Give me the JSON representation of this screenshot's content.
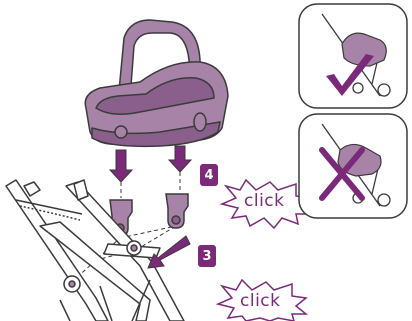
{
  "steps": {
    "attach_label": "4",
    "lock_label": "3"
  },
  "labels": {
    "click_top": "click",
    "click_bottom": "click"
  },
  "panels": [
    {
      "status": "correct",
      "icon": "check-icon"
    },
    {
      "status": "incorrect",
      "icon": "cross-icon"
    }
  ],
  "colors": {
    "purple": "#7b2a7a",
    "seat_fill": "#a783a8",
    "seat_dark": "#8a5f8b",
    "outline": "#3b3b3b"
  }
}
